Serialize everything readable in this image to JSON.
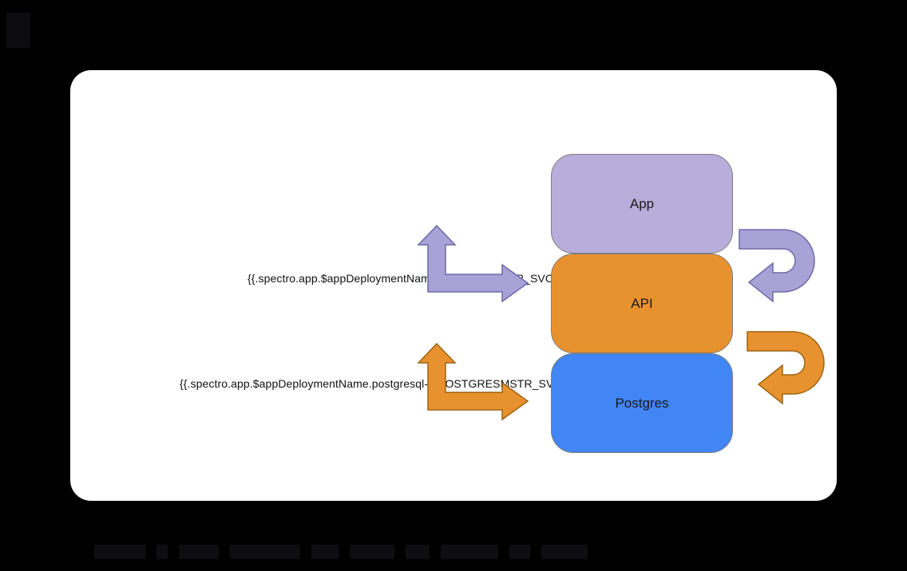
{
  "diagram": {
    "labels": {
      "api_service": "{{.spectro.app.$appDeploymentName.api.CONTAINER_SVC}}",
      "postgres_service": "{{.spectro.app.$appDeploymentName.postgresql-3.POSTGRESMSTR_SVC}}"
    },
    "boxes": [
      {
        "label": "App"
      },
      {
        "label": "API"
      },
      {
        "label": "Postgres"
      }
    ],
    "colors": {
      "page_bg": "#000000",
      "card_bg": "#ffffff",
      "app_box": "#b7aedb",
      "api_box": "#e8922f",
      "postgres_box": "#4285f4",
      "box_border": "#7d7d7d",
      "arrow_purple": "#a9a2d6",
      "arrow_purple_stroke": "#6f68a8",
      "arrow_orange": "#e8922f",
      "arrow_orange_stroke": "#9c6410"
    }
  }
}
